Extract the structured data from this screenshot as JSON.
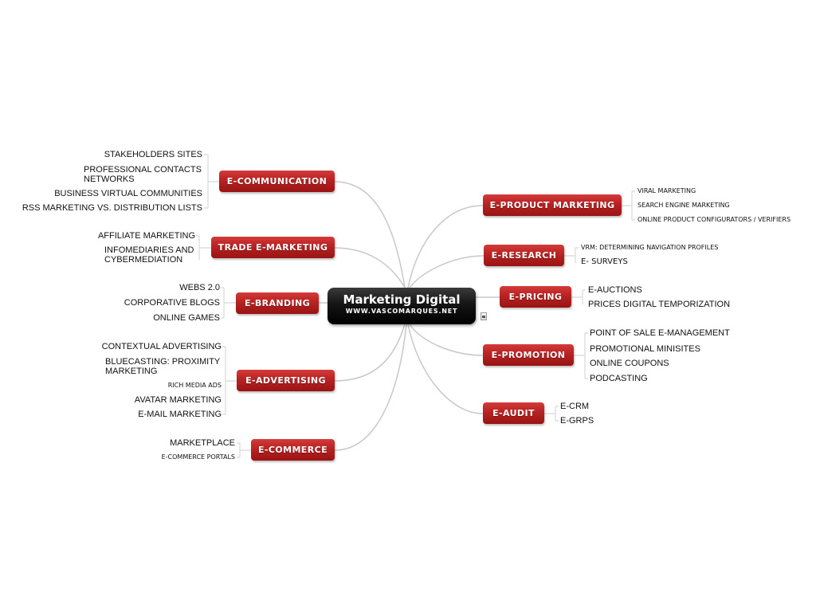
{
  "central": {
    "title": "Marketing Digital",
    "subtitle": "WWW.VASCOMARQUES.NET",
    "note_icon": "note-icon"
  },
  "colors": {
    "topic_red": "#b82222",
    "central_black": "#111111",
    "connector_gray": "#c8c8c8",
    "bracket_gray": "#d8d8d8"
  },
  "left_topics": [
    {
      "label": "E-COMMUNICATION",
      "children": [
        "STAKEHOLDERS SITES",
        "PROFESSIONAL CONTACTS NETWORKS",
        "BUSINESS VIRTUAL COMMUNITIES",
        "RSS MARKETING VS. DISTRIBUTION LISTS"
      ]
    },
    {
      "label": "TRADE E-MARKETING",
      "children": [
        "AFFILIATE MARKETING",
        "INFOMEDIARIES AND CYBERMEDIATION"
      ]
    },
    {
      "label": "E-BRANDING",
      "children": [
        "WEBS 2.0",
        "CORPORATIVE BLOGS",
        "ONLINE GAMES"
      ]
    },
    {
      "label": "E-ADVERTISING",
      "children": [
        "CONTEXTUAL ADVERTISING",
        "BLUECASTING: PROXIMITY MARKETING",
        "RICH MEDIA ADS",
        "AVATAR MARKETING",
        "E-MAIL MARKETING"
      ]
    },
    {
      "label": "E-COMMERCE",
      "children": [
        "MARKETPLACE",
        "E-COMMERCE PORTALS"
      ]
    }
  ],
  "right_topics": [
    {
      "label": "E-PRODUCT MARKETING",
      "children": [
        "VIRAL MARKETING",
        "SEARCH ENGINE MARKETING",
        "ONLINE PRODUCT CONFIGURATORS / VERIFIERS"
      ]
    },
    {
      "label": "E-RESEARCH",
      "children": [
        "VRM: DETERMINING NAVIGATION PROFILES",
        "E- SURVEYS"
      ]
    },
    {
      "label": "E-PRICING",
      "children": [
        "E-AUCTIONS",
        "PRICES DIGITAL TEMPORIZATION"
      ]
    },
    {
      "label": "E-PROMOTION",
      "children": [
        "POINT OF SALE E-MANAGEMENT",
        "PROMOTIONAL MINISITES",
        "ONLINE COUPONS",
        "PODCASTING"
      ]
    },
    {
      "label": "E-AUDIT",
      "children": [
        "E-CRM",
        "E-GRPS"
      ]
    }
  ]
}
